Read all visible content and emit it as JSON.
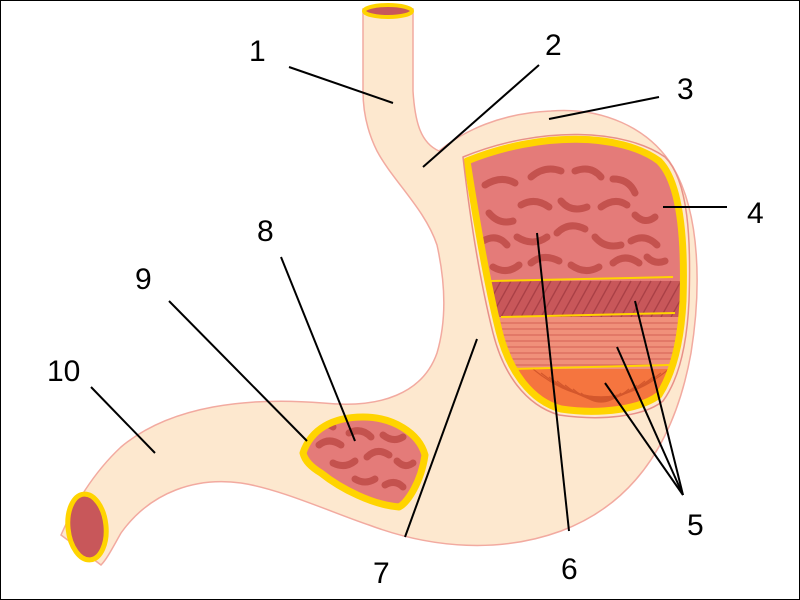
{
  "diagram": {
    "labels": [
      {
        "id": "1",
        "text": "1"
      },
      {
        "id": "2",
        "text": "2"
      },
      {
        "id": "3",
        "text": "3"
      },
      {
        "id": "4",
        "text": "4"
      },
      {
        "id": "5",
        "text": "5"
      },
      {
        "id": "6",
        "text": "6"
      },
      {
        "id": "7",
        "text": "7"
      },
      {
        "id": "8",
        "text": "8"
      },
      {
        "id": "9",
        "text": "9"
      },
      {
        "id": "10",
        "text": "10"
      }
    ]
  },
  "colors": {
    "wall": "#fde8cf",
    "wall_outline": "#f2aaa0",
    "serosa": "#ffd400",
    "mucosa": "#e47b79",
    "rugae": "#c4524e",
    "oblique_muscle": "#c8575a",
    "circular_muscle": "#f0907a",
    "longitudinal_muscle": "#f5753f",
    "text": "#000000"
  }
}
